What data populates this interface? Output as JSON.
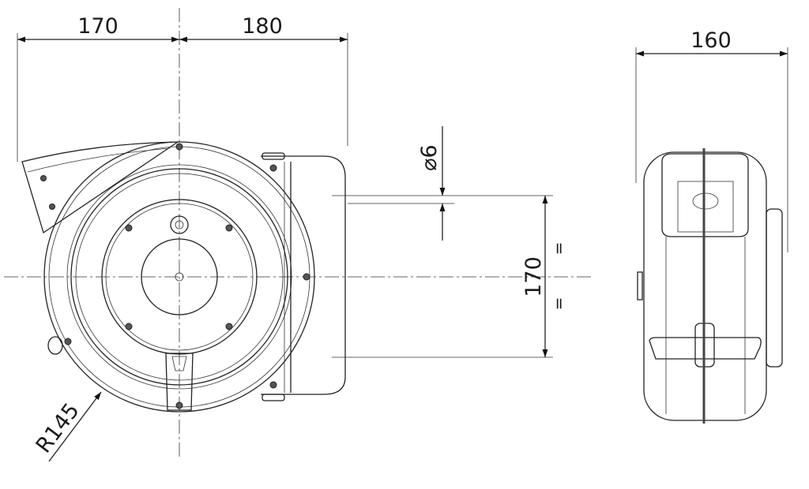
{
  "dimensions": {
    "left_width": "170",
    "right_width": "180",
    "side_depth": "160",
    "hose_diameter": "⌀6",
    "mount_height": "170",
    "equal_mark": "=",
    "radius": "R145"
  },
  "colors": {
    "line": "#222222",
    "background": "#ffffff"
  }
}
